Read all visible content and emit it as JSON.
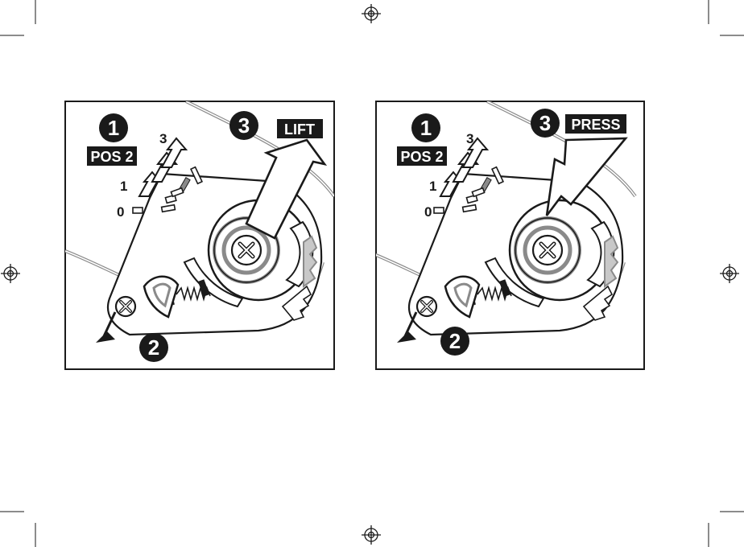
{
  "panels": [
    {
      "step1": "1",
      "step2": "2",
      "step3": "3",
      "action": "LIFT",
      "position_tag": "POS 2",
      "positions": [
        "3",
        "1",
        "0"
      ]
    },
    {
      "step1": "1",
      "step2": "2",
      "step3": "3",
      "action": "PRESS",
      "position_tag": "POS 2",
      "positions": [
        "3",
        "1",
        "0"
      ]
    }
  ],
  "colors": {
    "ink": "#1a1a1a",
    "gray": "#8a8a8a",
    "light": "#c8c8c8"
  }
}
